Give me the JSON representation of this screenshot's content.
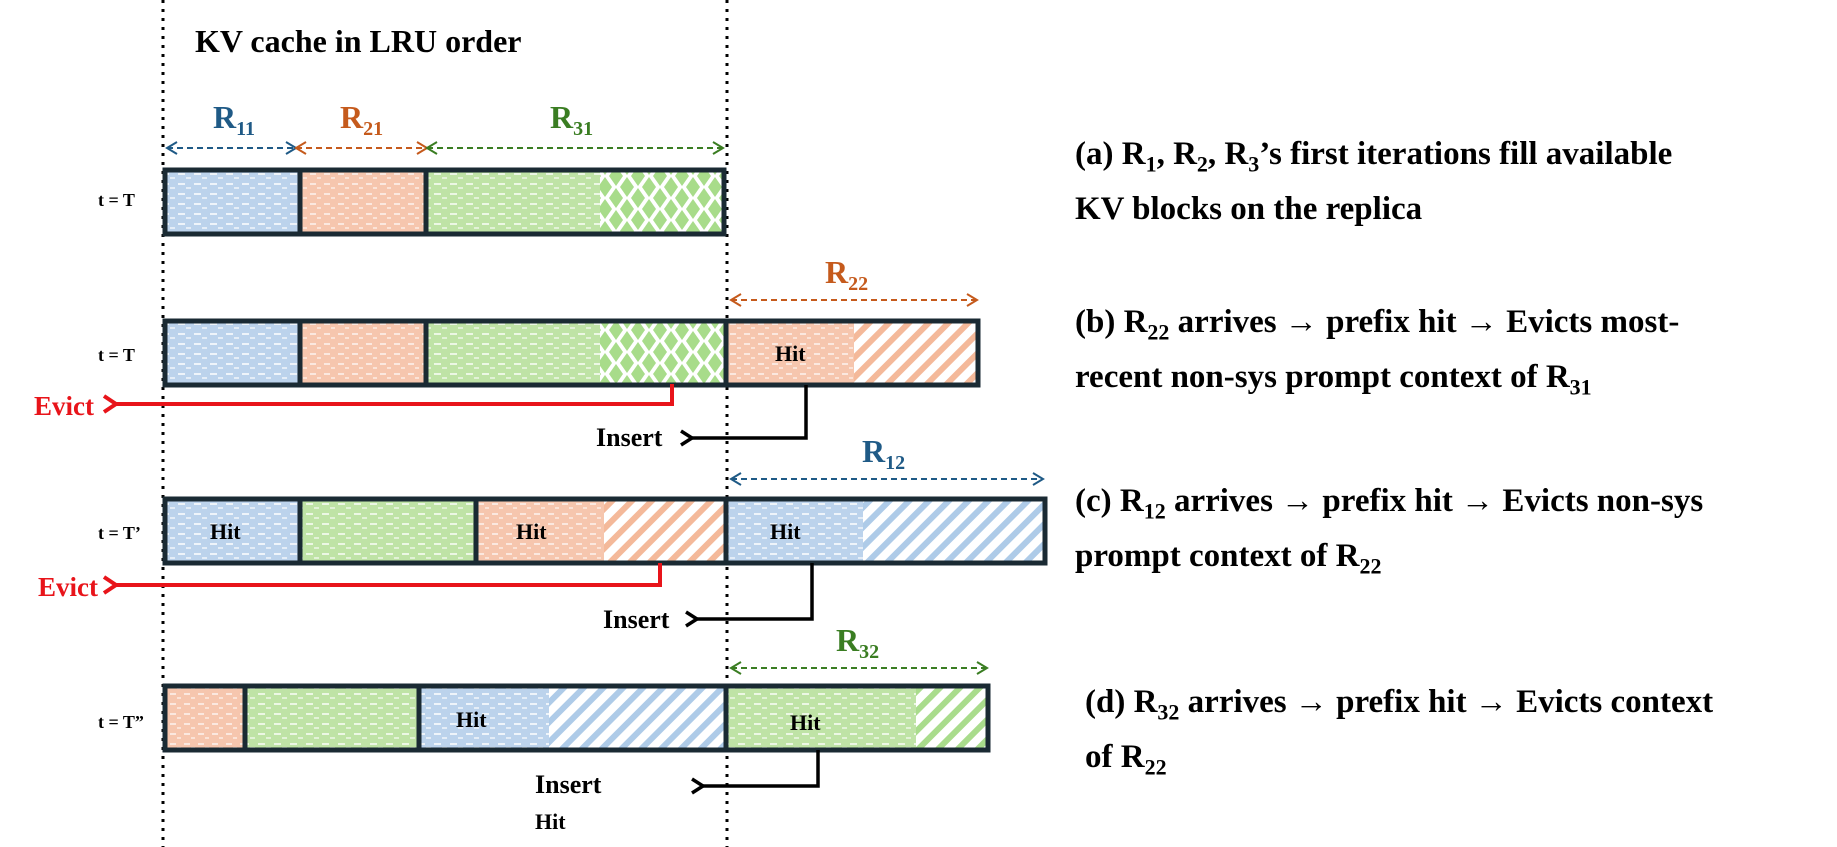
{
  "title": "KV cache in LRU order",
  "colors": {
    "blue_fill": "#bcd3ec",
    "orange_fill": "#f6c6ae",
    "green_fill": "#bfe3a6",
    "bar_border": "#1a2a33",
    "evict": "#e8141a",
    "blue_label": "#1f5a86",
    "orange_label": "#c55a1c",
    "green_label": "#3a7d22"
  },
  "rows": [
    {
      "time_label": "t = T"
    },
    {
      "time_label": "t = T"
    },
    {
      "time_label": "t = T’"
    },
    {
      "time_label": "t = T”"
    }
  ],
  "range_labels": {
    "r11": {
      "base": "R",
      "sub": "11"
    },
    "r21": {
      "base": "R",
      "sub": "21"
    },
    "r31": {
      "base": "R",
      "sub": "31"
    },
    "r22": {
      "base": "R",
      "sub": "22"
    },
    "r12": {
      "base": "R",
      "sub": "12"
    },
    "r32": {
      "base": "R",
      "sub": "32"
    }
  },
  "block_labels": {
    "hit": "Hit"
  },
  "arrow_labels": {
    "evict": "Evict",
    "insert": "Insert",
    "insert_hit": "Hit"
  },
  "captions": {
    "a": {
      "l1_p1": "(a) R",
      "l1_s1": "1",
      "l1_p2": ", R",
      "l1_s2": "2",
      "l1_p3": ", R",
      "l1_s3": "3",
      "l1_p4": "’s first iterations fill available",
      "l2": "KV blocks on the replica"
    },
    "b": {
      "l1_p1": "(b) R",
      "l1_s1": "22",
      "l1_p2": " arrives → prefix hit → Evicts most-",
      "l2_p1": "recent non-sys prompt context of R",
      "l2_s1": "31"
    },
    "c": {
      "l1_p1": "(c) R",
      "l1_s1": "12",
      "l1_p2": " arrives → prefix hit →  Evicts non-sys",
      "l2_p1": "prompt context of R",
      "l2_s1": "22"
    },
    "d": {
      "l1_p1": "(d) R",
      "l1_s1": "32",
      "l1_p2": " arrives → prefix hit → Evicts context",
      "l2_p1": "of R",
      "l2_s1": "22"
    }
  }
}
